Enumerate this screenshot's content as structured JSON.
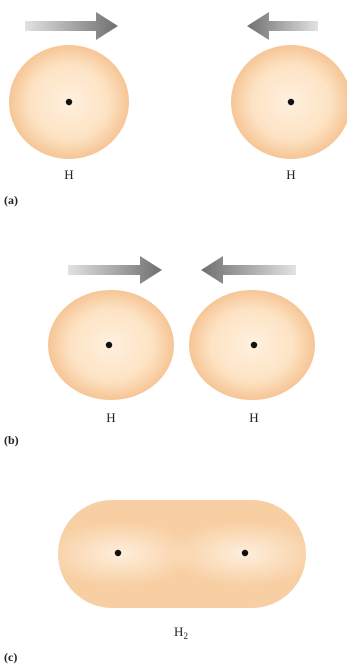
{
  "panels": [
    {
      "label": "(a)",
      "atom_left_label": "H",
      "atom_right_label": "H"
    },
    {
      "label": "(b)",
      "atom_left_label": "H",
      "atom_right_label": "H"
    },
    {
      "label": "(c)",
      "molecule_label_base": "H",
      "molecule_label_sub": "2"
    }
  ],
  "colors": {
    "orbital_center": "#fde3c4",
    "orbital_edge": "#f7c99a",
    "arrow_dark": "#7b7b7b",
    "arrow_light": "#dcdcdc",
    "nucleus": "#111111"
  },
  "icons": [
    "arrow-right-icon",
    "arrow-left-icon",
    "nucleus-dot-icon"
  ]
}
